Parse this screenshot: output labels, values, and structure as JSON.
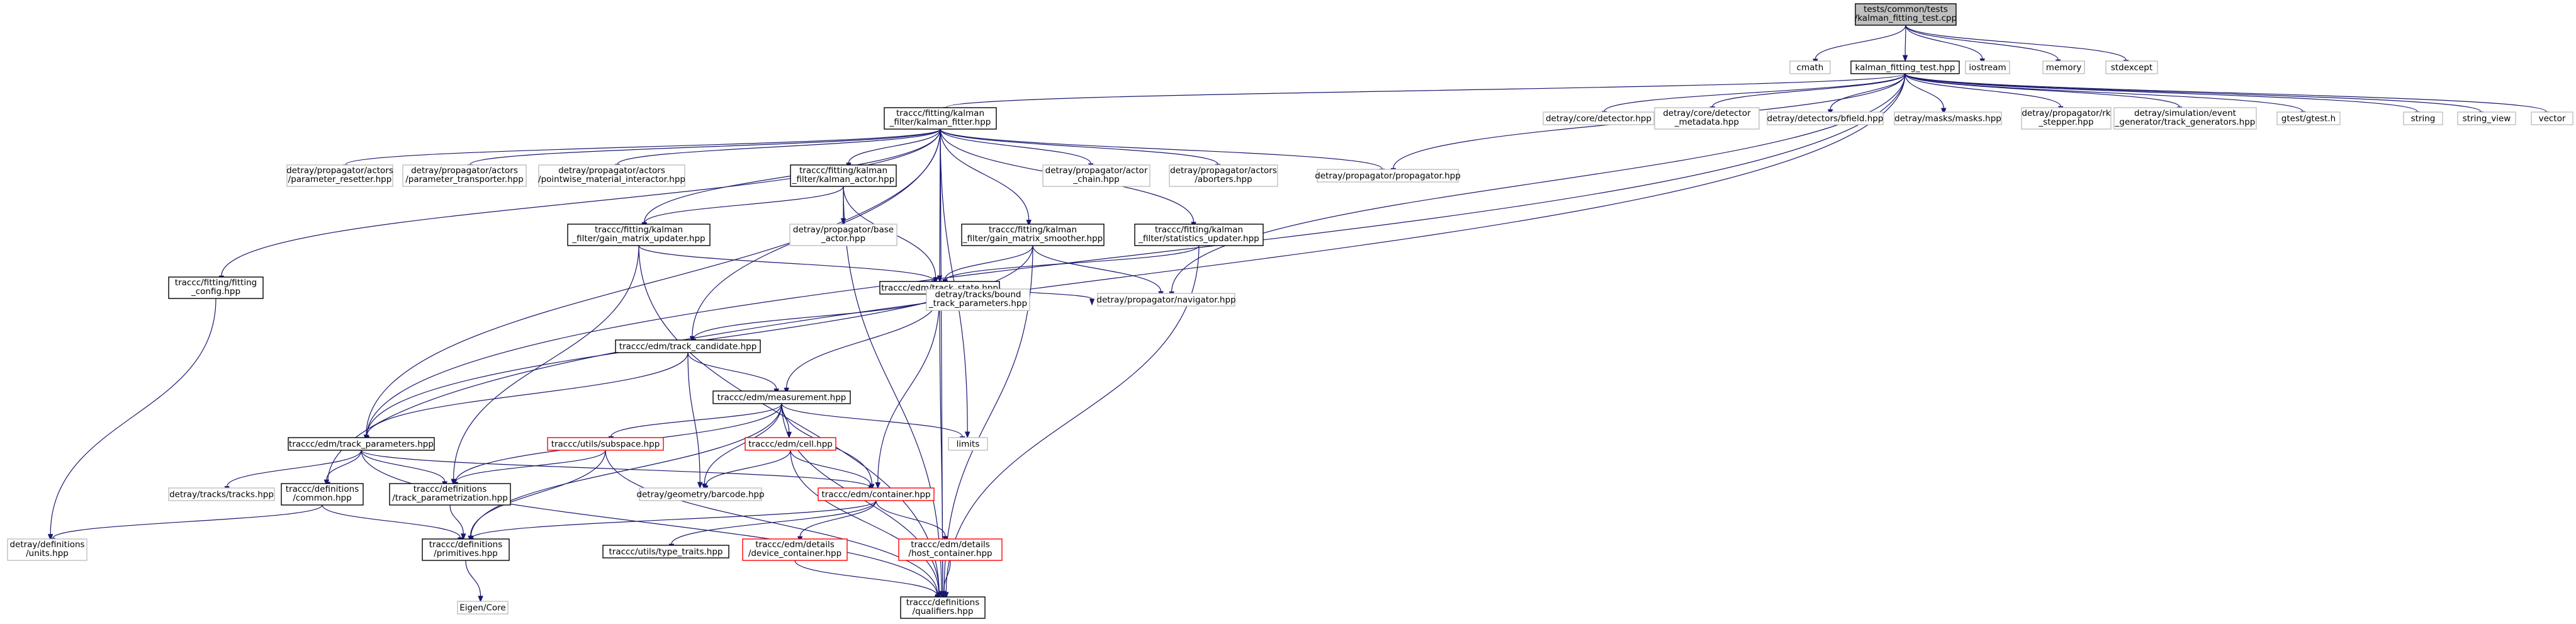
{
  "colors": {
    "edge": "#191970",
    "border_default": "#bfbfbf",
    "border_local": "#000000",
    "border_red": "#ff0000",
    "root_fill": "#bfbfbf",
    "fill": "#ffffff"
  },
  "nodes": [
    {
      "id": "root",
      "lines": [
        "tests/common/tests",
        "/kalman_fitting_test.cpp"
      ],
      "style": "root"
    },
    {
      "id": "cmath",
      "lines": [
        "cmath"
      ],
      "style": "default"
    },
    {
      "id": "kft_hpp",
      "lines": [
        "kalman_fitting_test.hpp"
      ],
      "style": "local"
    },
    {
      "id": "iostream",
      "lines": [
        "iostream"
      ],
      "style": "default"
    },
    {
      "id": "memory",
      "lines": [
        "memory"
      ],
      "style": "default"
    },
    {
      "id": "stdexcept",
      "lines": [
        "stdexcept"
      ],
      "style": "default"
    },
    {
      "id": "kalman_fitter",
      "lines": [
        "traccc/fitting/kalman",
        "_filter/kalman_fitter.hpp"
      ],
      "style": "local"
    },
    {
      "id": "core_detector",
      "lines": [
        "detray/core/detector.hpp"
      ],
      "style": "default"
    },
    {
      "id": "detector_metadata",
      "lines": [
        "detray/core/detector",
        "_metadata.hpp"
      ],
      "style": "default"
    },
    {
      "id": "bfield",
      "lines": [
        "detray/detectors/bfield.hpp"
      ],
      "style": "default"
    },
    {
      "id": "masks",
      "lines": [
        "detray/masks/masks.hpp"
      ],
      "style": "default"
    },
    {
      "id": "rk_stepper",
      "lines": [
        "detray/propagator/rk",
        "_stepper.hpp"
      ],
      "style": "default"
    },
    {
      "id": "track_generators",
      "lines": [
        "detray/simulation/event",
        "_generator/track_generators.hpp"
      ],
      "style": "default"
    },
    {
      "id": "gtest",
      "lines": [
        "gtest/gtest.h"
      ],
      "style": "default"
    },
    {
      "id": "string",
      "lines": [
        "string"
      ],
      "style": "default"
    },
    {
      "id": "string_view",
      "lines": [
        "string_view"
      ],
      "style": "default"
    },
    {
      "id": "vector",
      "lines": [
        "vector"
      ],
      "style": "default"
    },
    {
      "id": "param_resetter",
      "lines": [
        "detray/propagator/actors",
        "/parameter_resetter.hpp"
      ],
      "style": "default"
    },
    {
      "id": "param_transporter",
      "lines": [
        "detray/propagator/actors",
        "/parameter_transporter.hpp"
      ],
      "style": "default"
    },
    {
      "id": "pointwise",
      "lines": [
        "detray/propagator/actors",
        "/pointwise_material_interactor.hpp"
      ],
      "style": "default"
    },
    {
      "id": "kalman_actor",
      "lines": [
        "traccc/fitting/kalman",
        "_filter/kalman_actor.hpp"
      ],
      "style": "local"
    },
    {
      "id": "actor_chain",
      "lines": [
        "detray/propagator/actor",
        "_chain.hpp"
      ],
      "style": "default"
    },
    {
      "id": "aborters",
      "lines": [
        "detray/propagator/actors",
        "/aborters.hpp"
      ],
      "style": "default"
    },
    {
      "id": "propagator",
      "lines": [
        "detray/propagator/propagator.hpp"
      ],
      "style": "default"
    },
    {
      "id": "gain_updater",
      "lines": [
        "traccc/fitting/kalman",
        "_filter/gain_matrix_updater.hpp"
      ],
      "style": "local"
    },
    {
      "id": "base_actor",
      "lines": [
        "detray/propagator/base",
        "_actor.hpp"
      ],
      "style": "default"
    },
    {
      "id": "gain_smoother",
      "lines": [
        "traccc/fitting/kalman",
        "_filter/gain_matrix_smoother.hpp"
      ],
      "style": "local"
    },
    {
      "id": "stats_updater",
      "lines": [
        "traccc/fitting/kalman",
        "_filter/statistics_updater.hpp"
      ],
      "style": "local"
    },
    {
      "id": "fitting_config",
      "lines": [
        "traccc/fitting/fitting",
        "_config.hpp"
      ],
      "style": "local"
    },
    {
      "id": "track_state",
      "lines": [
        "traccc/edm/track_state.hpp"
      ],
      "style": "local"
    },
    {
      "id": "navigator",
      "lines": [
        "detray/propagator/navigator.hpp"
      ],
      "style": "default"
    },
    {
      "id": "bound_params",
      "lines": [
        "detray/tracks/bound",
        "_track_parameters.hpp"
      ],
      "style": "default"
    },
    {
      "id": "track_candidate",
      "lines": [
        "traccc/edm/track_candidate.hpp"
      ],
      "style": "local"
    },
    {
      "id": "measurement",
      "lines": [
        "traccc/edm/measurement.hpp"
      ],
      "style": "local"
    },
    {
      "id": "track_parameters",
      "lines": [
        "traccc/edm/track_parameters.hpp"
      ],
      "style": "local"
    },
    {
      "id": "subspace",
      "lines": [
        "traccc/utils/subspace.hpp"
      ],
      "style": "red"
    },
    {
      "id": "cell",
      "lines": [
        "traccc/edm/cell.hpp"
      ],
      "style": "red"
    },
    {
      "id": "limits",
      "lines": [
        "limits"
      ],
      "style": "default"
    },
    {
      "id": "tracks",
      "lines": [
        "detray/tracks/tracks.hpp"
      ],
      "style": "default"
    },
    {
      "id": "def_common",
      "lines": [
        "traccc/definitions",
        "/common.hpp"
      ],
      "style": "local"
    },
    {
      "id": "track_param",
      "lines": [
        "traccc/definitions",
        "/track_parametrization.hpp"
      ],
      "style": "local"
    },
    {
      "id": "barcode",
      "lines": [
        "detray/geometry/barcode.hpp"
      ],
      "style": "default"
    },
    {
      "id": "container",
      "lines": [
        "traccc/edm/container.hpp"
      ],
      "style": "red"
    },
    {
      "id": "units",
      "lines": [
        "detray/definitions",
        "/units.hpp"
      ],
      "style": "default"
    },
    {
      "id": "primitives",
      "lines": [
        "traccc/definitions",
        "/primitives.hpp"
      ],
      "style": "local"
    },
    {
      "id": "type_traits",
      "lines": [
        "traccc/utils/type_traits.hpp"
      ],
      "style": "local"
    },
    {
      "id": "device_container",
      "lines": [
        "traccc/edm/details",
        "/device_container.hpp"
      ],
      "style": "red"
    },
    {
      "id": "host_container",
      "lines": [
        "traccc/edm/details",
        "/host_container.hpp"
      ],
      "style": "red"
    },
    {
      "id": "eigen_core",
      "lines": [
        "Eigen/Core"
      ],
      "style": "default"
    },
    {
      "id": "qualifiers",
      "lines": [
        "traccc/definitions",
        "/qualifiers.hpp"
      ],
      "style": "local"
    }
  ],
  "edges": [
    [
      "root",
      "cmath"
    ],
    [
      "root",
      "kft_hpp"
    ],
    [
      "root",
      "iostream"
    ],
    [
      "root",
      "memory"
    ],
    [
      "root",
      "stdexcept"
    ],
    [
      "kft_hpp",
      "kalman_fitter"
    ],
    [
      "kft_hpp",
      "core_detector"
    ],
    [
      "kft_hpp",
      "detector_metadata"
    ],
    [
      "kft_hpp",
      "bfield"
    ],
    [
      "kft_hpp",
      "masks"
    ],
    [
      "kft_hpp",
      "rk_stepper"
    ],
    [
      "kft_hpp",
      "track_generators"
    ],
    [
      "kft_hpp",
      "gtest"
    ],
    [
      "kft_hpp",
      "string"
    ],
    [
      "kft_hpp",
      "string_view"
    ],
    [
      "kft_hpp",
      "vector"
    ],
    [
      "kft_hpp",
      "propagator"
    ],
    [
      "kft_hpp",
      "navigator"
    ],
    [
      "kft_hpp",
      "track_parameters"
    ],
    [
      "kft_hpp",
      "def_common"
    ],
    [
      "kalman_fitter",
      "param_resetter"
    ],
    [
      "kalman_fitter",
      "param_transporter"
    ],
    [
      "kalman_fitter",
      "pointwise"
    ],
    [
      "kalman_fitter",
      "kalman_actor"
    ],
    [
      "kalman_fitter",
      "actor_chain"
    ],
    [
      "kalman_fitter",
      "aborters"
    ],
    [
      "kalman_fitter",
      "propagator"
    ],
    [
      "kalman_fitter",
      "gain_smoother"
    ],
    [
      "kalman_fitter",
      "stats_updater"
    ],
    [
      "kalman_fitter",
      "fitting_config"
    ],
    [
      "kalman_fitter",
      "track_state"
    ],
    [
      "kalman_fitter",
      "track_candidate"
    ],
    [
      "kalman_fitter",
      "track_parameters"
    ],
    [
      "kalman_fitter",
      "gain_updater"
    ],
    [
      "kalman_fitter",
      "limits"
    ],
    [
      "kalman_fitter",
      "qualifiers"
    ],
    [
      "kalman_actor",
      "gain_updater"
    ],
    [
      "kalman_actor",
      "base_actor"
    ],
    [
      "kalman_actor",
      "track_state"
    ],
    [
      "kalman_actor",
      "qualifiers"
    ],
    [
      "gain_updater",
      "track_state"
    ],
    [
      "gain_updater",
      "track_param"
    ],
    [
      "gain_updater",
      "qualifiers"
    ],
    [
      "gain_smoother",
      "track_state"
    ],
    [
      "gain_smoother",
      "navigator"
    ],
    [
      "gain_smoother",
      "qualifiers"
    ],
    [
      "gain_smoother",
      "track_parameters"
    ],
    [
      "stats_updater",
      "track_state"
    ],
    [
      "stats_updater",
      "qualifiers"
    ],
    [
      "fitting_config",
      "units"
    ],
    [
      "track_state",
      "navigator"
    ],
    [
      "track_state",
      "bound_params"
    ],
    [
      "track_state",
      "track_candidate"
    ],
    [
      "track_state",
      "measurement"
    ],
    [
      "track_state",
      "container"
    ],
    [
      "track_state",
      "qualifiers"
    ],
    [
      "track_candidate",
      "measurement"
    ],
    [
      "track_candidate",
      "track_parameters"
    ],
    [
      "track_candidate",
      "barcode"
    ],
    [
      "measurement",
      "subspace"
    ],
    [
      "measurement",
      "cell"
    ],
    [
      "measurement",
      "limits"
    ],
    [
      "measurement",
      "container"
    ],
    [
      "measurement",
      "barcode"
    ],
    [
      "measurement",
      "track_param"
    ],
    [
      "measurement",
      "primitives"
    ],
    [
      "measurement",
      "qualifiers"
    ],
    [
      "track_parameters",
      "tracks"
    ],
    [
      "track_parameters",
      "def_common"
    ],
    [
      "track_parameters",
      "track_param"
    ],
    [
      "track_parameters",
      "container"
    ],
    [
      "track_parameters",
      "qualifiers"
    ],
    [
      "subspace",
      "track_param"
    ],
    [
      "subspace",
      "primitives"
    ],
    [
      "subspace",
      "qualifiers"
    ],
    [
      "cell",
      "barcode"
    ],
    [
      "cell",
      "container"
    ],
    [
      "cell",
      "qualifiers"
    ],
    [
      "container",
      "type_traits"
    ],
    [
      "container",
      "device_container"
    ],
    [
      "container",
      "host_container"
    ],
    [
      "container",
      "primitives"
    ],
    [
      "def_common",
      "units"
    ],
    [
      "def_common",
      "primitives"
    ],
    [
      "track_param",
      "primitives"
    ],
    [
      "primitives",
      "eigen_core"
    ],
    [
      "device_container",
      "qualifiers"
    ],
    [
      "host_container",
      "qualifiers"
    ]
  ]
}
